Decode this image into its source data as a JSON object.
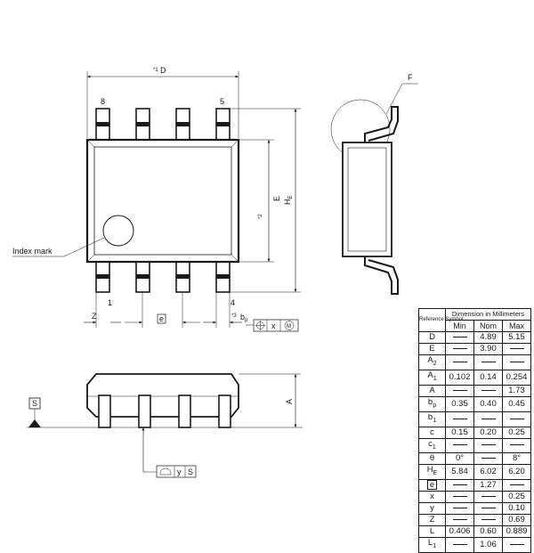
{
  "labels": {
    "d": "D",
    "d_note": "*1",
    "e": "E",
    "e_note": "*2",
    "he": "H",
    "he_sub": "E",
    "f": "F",
    "pin8": "8",
    "pin5": "5",
    "pin1": "1",
    "pin4": "4",
    "index_mark": "Index mark",
    "z": "Z",
    "pitch": "e",
    "bp": "b",
    "bp_sub": "p",
    "bp_note": "*3",
    "tol_x": "x",
    "tol_m": "M",
    "a": "A",
    "datum_s": "S",
    "tol_y": "y",
    "tol_s": "S"
  },
  "table": {
    "ref_header": "Reference Symbol",
    "group_header": "Dimension in Millimeters",
    "columns": [
      "Min",
      "Nom",
      "Max"
    ],
    "rows": [
      {
        "sym": "D",
        "sub": "",
        "boxed": false,
        "min": "",
        "nom": "4.89",
        "max": "5.15"
      },
      {
        "sym": "E",
        "sub": "",
        "boxed": false,
        "min": "",
        "nom": "3.90",
        "max": ""
      },
      {
        "sym": "A",
        "sub": "2",
        "boxed": false,
        "min": "",
        "nom": "",
        "max": ""
      },
      {
        "sym": "A",
        "sub": "1",
        "boxed": false,
        "min": "0.102",
        "nom": "0.14",
        "max": "0.254"
      },
      {
        "sym": "A",
        "sub": "",
        "boxed": false,
        "min": "",
        "nom": "",
        "max": "1.73"
      },
      {
        "sym": "b",
        "sub": "p",
        "boxed": false,
        "min": "0.35",
        "nom": "0.40",
        "max": "0.45"
      },
      {
        "sym": "b",
        "sub": "1",
        "boxed": false,
        "min": "",
        "nom": "",
        "max": ""
      },
      {
        "sym": "c",
        "sub": "",
        "boxed": false,
        "min": "0.15",
        "nom": "0.20",
        "max": "0.25"
      },
      {
        "sym": "c",
        "sub": "1",
        "boxed": false,
        "min": "",
        "nom": "",
        "max": ""
      },
      {
        "sym": "θ",
        "sub": "",
        "boxed": false,
        "min": "0°",
        "nom": "",
        "max": "8°"
      },
      {
        "sym": "H",
        "sub": "E",
        "boxed": false,
        "min": "5.84",
        "nom": "6.02",
        "max": "6.20"
      },
      {
        "sym": "e",
        "sub": "",
        "boxed": true,
        "min": "",
        "nom": "1.27",
        "max": ""
      },
      {
        "sym": "x",
        "sub": "",
        "boxed": false,
        "min": "",
        "nom": "",
        "max": "0.25"
      },
      {
        "sym": "y",
        "sub": "",
        "boxed": false,
        "min": "",
        "nom": "",
        "max": "0.10"
      },
      {
        "sym": "Z",
        "sub": "",
        "boxed": false,
        "min": "",
        "nom": "",
        "max": "0.69"
      },
      {
        "sym": "L",
        "sub": "",
        "boxed": false,
        "min": "0.406",
        "nom": "0.60",
        "max": "0.889"
      },
      {
        "sym": "L",
        "sub": "1",
        "boxed": false,
        "min": "",
        "nom": "1.06",
        "max": ""
      }
    ]
  }
}
